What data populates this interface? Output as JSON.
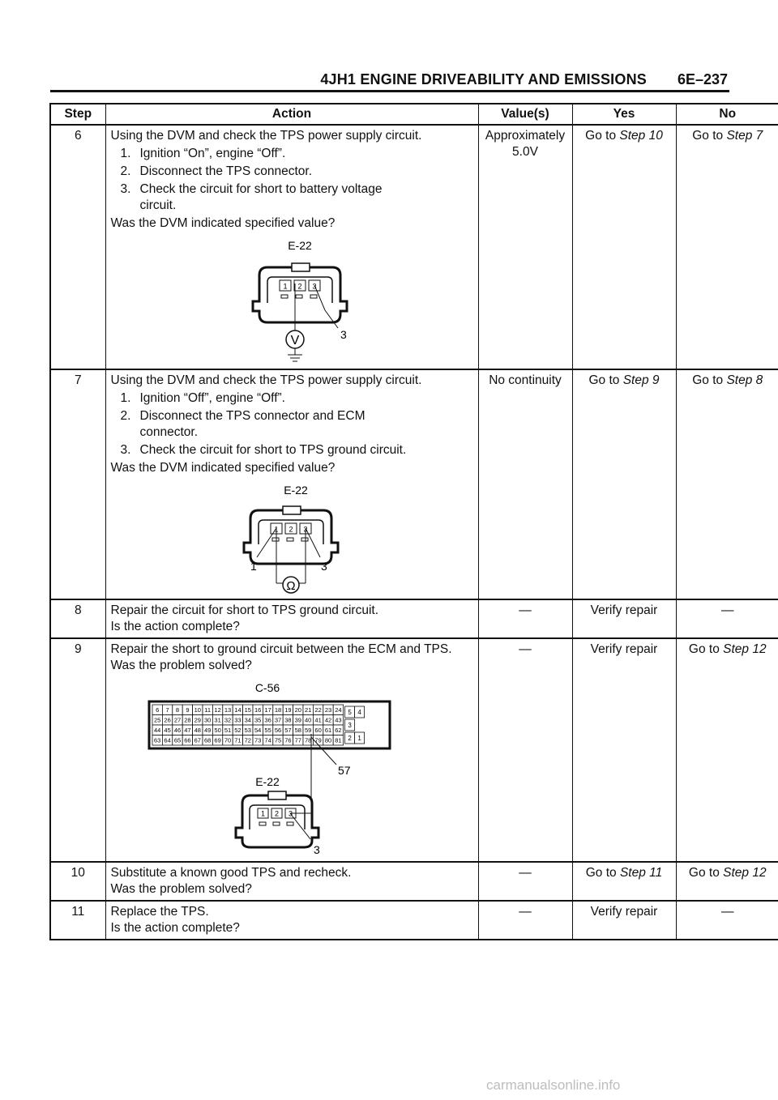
{
  "header": {
    "title": "4JH1 ENGINE DRIVEABILITY AND EMISSIONS",
    "page_number": "6E–237"
  },
  "table": {
    "columns": [
      "Step",
      "Action",
      "Value(s)",
      "Yes",
      "No"
    ],
    "rows": [
      {
        "step": "6",
        "intro": "Using the DVM and check the TPS power supply circuit.",
        "substeps": [
          {
            "n": "1.",
            "text": "Ignition “On”, engine “Off”."
          },
          {
            "n": "2.",
            "text": "Disconnect the TPS connector."
          },
          {
            "n": "3.",
            "text": "Check the circuit for short to battery voltage",
            "cont": "circuit."
          }
        ],
        "question": "Was the DVM indicated specified value?",
        "figure": {
          "connector": "E-22",
          "pins": [
            "1",
            "2",
            "3"
          ],
          "probe": "3",
          "meter": "V"
        },
        "value_line1": "Approximately",
        "value_line2": "5.0V",
        "yes_prefix": "Go to ",
        "yes_ref": "Step 10",
        "no_prefix": "Go to ",
        "no_ref": "Step 7"
      },
      {
        "step": "7",
        "intro": "Using the DVM and check the TPS power supply circuit.",
        "substeps": [
          {
            "n": "1.",
            "text": "Ignition “Off”, engine “Off”."
          },
          {
            "n": "2.",
            "text": "Disconnect the TPS connector and ECM",
            "cont": "connector."
          },
          {
            "n": "3.",
            "text": "Check the circuit for short to TPS ground circuit."
          }
        ],
        "question": "Was the DVM indicated specified value?",
        "figure": {
          "connector": "E-22",
          "pins": [
            "1",
            "2",
            "3"
          ],
          "probe_left": "1",
          "probe_right": "3",
          "meter": "Ω"
        },
        "value": "No continuity",
        "yes_prefix": "Go to ",
        "yes_ref": "Step 9",
        "no_prefix": "Go to ",
        "no_ref": "Step 8"
      },
      {
        "step": "8",
        "line1": "Repair the circuit for short to TPS ground circuit.",
        "line2": "Is the action complete?",
        "value": "—",
        "yes": "Verify repair",
        "no": "—"
      },
      {
        "step": "9",
        "intro": "Repair the short to ground circuit between the ECM and TPS.",
        "question": "Was the problem solved?",
        "figure": {
          "ecm_connector": "C-56",
          "ecm_rows": [
            [
              "6",
              "7",
              "8",
              "9",
              "10",
              "11",
              "12",
              "13",
              "14",
              "15",
              "16",
              "17",
              "18",
              "19",
              "20",
              "21",
              "22",
              "23",
              "24"
            ],
            [
              "25",
              "26",
              "27",
              "28",
              "29",
              "30",
              "31",
              "32",
              "33",
              "34",
              "35",
              "36",
              "37",
              "38",
              "39",
              "40",
              "41",
              "42",
              "43"
            ],
            [
              "44",
              "45",
              "46",
              "47",
              "48",
              "49",
              "50",
              "51",
              "52",
              "53",
              "54",
              "55",
              "56",
              "57",
              "58",
              "59",
              "60",
              "61",
              "62"
            ],
            [
              "63",
              "64",
              "65",
              "66",
              "67",
              "68",
              "69",
              "70",
              "71",
              "72",
              "73",
              "74",
              "75",
              "76",
              "77",
              "78",
              "79",
              "80",
              "81"
            ]
          ],
          "ecm_side": [
            "5",
            "4",
            "3",
            "2",
            "1"
          ],
          "ecm_pin": "57",
          "tps_connector": "E-22",
          "pins": [
            "1",
            "2",
            "3"
          ],
          "tps_pin": "3"
        },
        "value": "—",
        "yes": "Verify repair",
        "no_prefix": "Go to ",
        "no_ref": "Step 12"
      },
      {
        "step": "10",
        "line1": "Substitute a known good TPS and recheck.",
        "line2": "Was the problem solved?",
        "value": "—",
        "yes_prefix": "Go to ",
        "yes_ref": "Step 11",
        "no_prefix": "Go to ",
        "no_ref": "Step 12"
      },
      {
        "step": "11",
        "line1": "Replace the TPS.",
        "line2": "Is the action complete?",
        "value": "—",
        "yes": "Verify repair",
        "no": "—"
      }
    ]
  },
  "watermark": "carmanualsonline.info"
}
